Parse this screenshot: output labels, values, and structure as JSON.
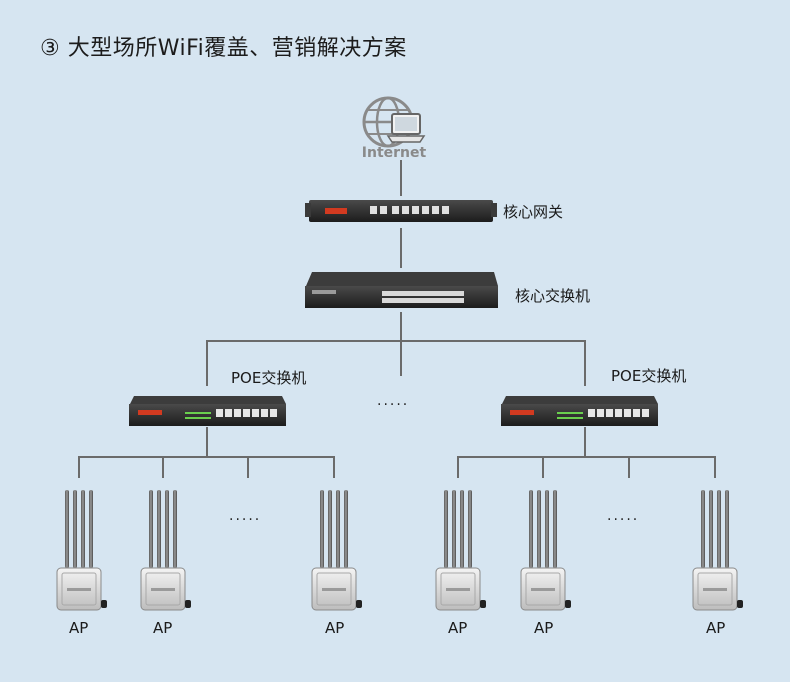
{
  "header": {
    "title": "③ 大型场所WiFi覆盖、营销解决方案"
  },
  "internet": {
    "label": "Internet",
    "icon": "globe-computer-icon"
  },
  "core_gateway": {
    "label": "核心网关",
    "icon": "router-icon"
  },
  "core_switch": {
    "label": "核心交换机",
    "icon": "switch-icon"
  },
  "poe_switches": [
    {
      "label": "POE交换机",
      "icon": "poe-switch-icon"
    },
    {
      "label": "POE交换机",
      "icon": "poe-switch-icon"
    }
  ],
  "ellipsis": "·····",
  "access_points": [
    {
      "label": "AP"
    },
    {
      "label": "AP"
    },
    {
      "label": "AP"
    },
    {
      "label": "AP"
    },
    {
      "label": "AP"
    },
    {
      "label": "AP"
    }
  ],
  "colors": {
    "background": "#d6e5f1",
    "line": "#6b6b6b",
    "device": "#2a2a2a",
    "accent": "#d23a20"
  }
}
